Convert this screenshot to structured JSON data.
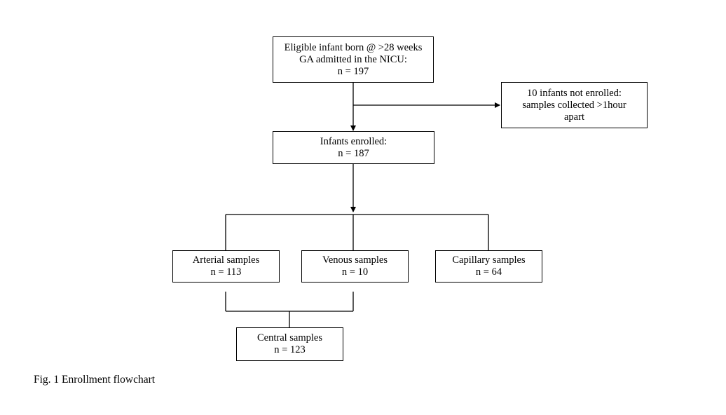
{
  "nodes": {
    "eligible": {
      "lines": [
        "Eligible infant born @ >28 weeks",
        "GA admitted in the NICU:",
        "n = 197"
      ]
    },
    "not_enrolled": {
      "lines": [
        "10 infants not enrolled:",
        "samples collected >1hour",
        "apart"
      ]
    },
    "enrolled": {
      "lines": [
        "Infants enrolled:",
        "n = 187"
      ]
    },
    "arterial": {
      "lines": [
        "Arterial samples",
        "n = 113"
      ]
    },
    "venous": {
      "lines": [
        "Venous samples",
        "n = 10"
      ]
    },
    "capillary": {
      "lines": [
        "Capillary samples",
        "n = 64"
      ]
    },
    "central": {
      "lines": [
        "Central samples",
        "n = 123"
      ]
    }
  },
  "caption": "Fig. 1 Enrollment flowchart"
}
